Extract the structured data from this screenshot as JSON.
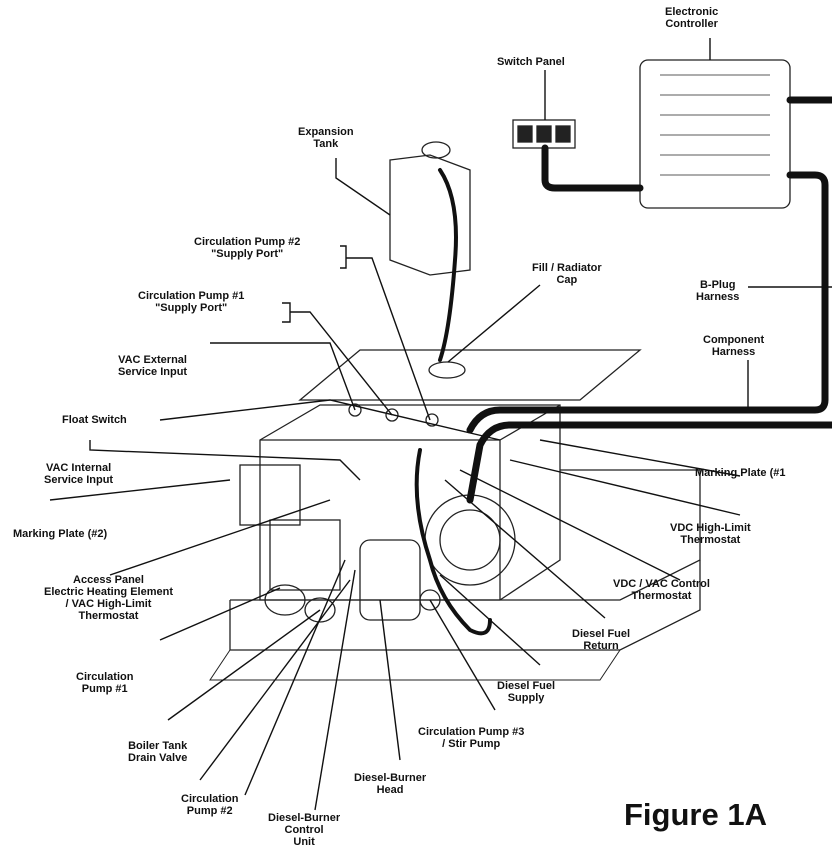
{
  "figure_title": "Figure 1A",
  "labels": {
    "electronic_controller": "Electronic\nController",
    "switch_panel": "Switch Panel",
    "expansion_tank": "Expansion\nTank",
    "circ_pump2_supply": "Circulation Pump #2\n\"Supply Port\"",
    "circ_pump1_supply": "Circulation Pump #1\n\"Supply Port\"",
    "fill_cap": "Fill / Radiator\nCap",
    "b_plug": "B-Plug\nHarness",
    "component_harness": "Component\nHarness",
    "vac_external": "VAC External\nService Input",
    "float_switch": "Float Switch",
    "vac_internal": "VAC Internal\nService Input",
    "marking_plate_1": "Marking Plate (#1",
    "marking_plate_2": "Marking Plate (#2)",
    "vdc_high_limit": "VDC High-Limit\nThermostat",
    "access_panel": "Access Panel\nElectric Heating Element\n/ VAC High-Limit\nThermostat",
    "vdc_vac_control": "VDC / VAC Control\nThermostat",
    "diesel_fuel_return": "Diesel Fuel\nReturn",
    "circ_pump1": "Circulation\nPump #1",
    "diesel_fuel_supply": "Diesel Fuel\nSupply",
    "circ_pump3": "Circulation Pump #3\n/ Stir Pump",
    "boiler_drain": "Boiler Tank\nDrain Valve",
    "diesel_burner_head": "Diesel-Burner\nHead",
    "circ_pump2": "Circulation\nPump #2",
    "diesel_burner_control": "Diesel-Burner\nControl\nUnit"
  }
}
